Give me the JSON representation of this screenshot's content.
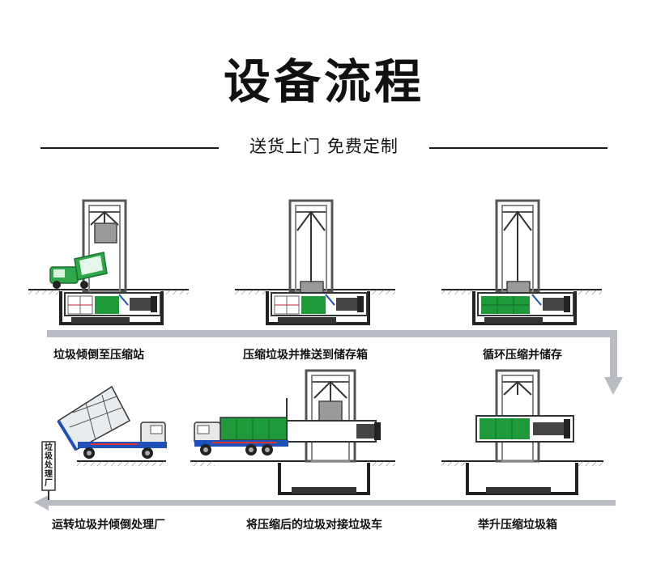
{
  "header": {
    "title": "设备流程",
    "subtitle": "送货上门  免费定制"
  },
  "steps": [
    {
      "label": "垃圾倾倒至压缩站"
    },
    {
      "label": "压缩垃圾并推送到储存箱"
    },
    {
      "label": "循环压缩并储存"
    },
    {
      "label": "举升压缩垃圾箱"
    },
    {
      "label": "将压缩后的垃圾对接垃圾车"
    },
    {
      "label": "运转垃圾并倾倒处理厂"
    }
  ],
  "signpost": {
    "text": "垃圾处理厂"
  },
  "colors": {
    "garbage_green": "#1e9a3a",
    "frame": "#444444",
    "arrow": "#b9bcc2",
    "truck_blue": "#1f4fb8",
    "truck_stripe": "#d9342b"
  }
}
